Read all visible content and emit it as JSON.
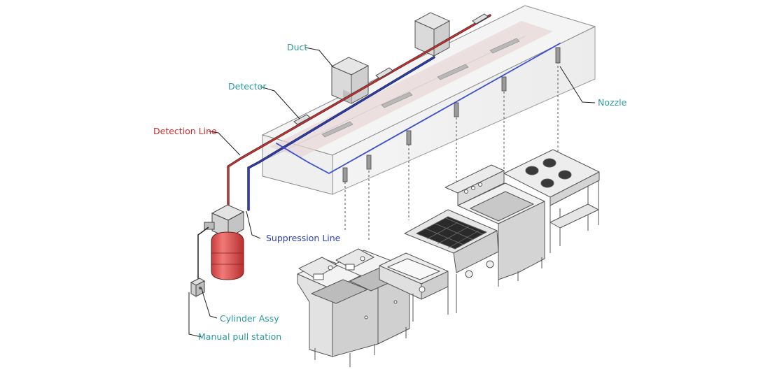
{
  "labels": {
    "duct": "Duct",
    "detector": "Detector",
    "detection_line": "Detection Line",
    "nozzle": "Nozzle",
    "suppression_line": "Suppression Line",
    "cylinder_assy": "Cylinder Assy",
    "manual_pull_station": "Manual pull station"
  },
  "colors": {
    "label_teal": "#2b9aa0",
    "detection_red": "#d42a2a",
    "suppression_blue": "#2d3fb5",
    "cylinder_red": "#e2504f",
    "steel": "#e4e4e4",
    "outline": "#555555"
  }
}
